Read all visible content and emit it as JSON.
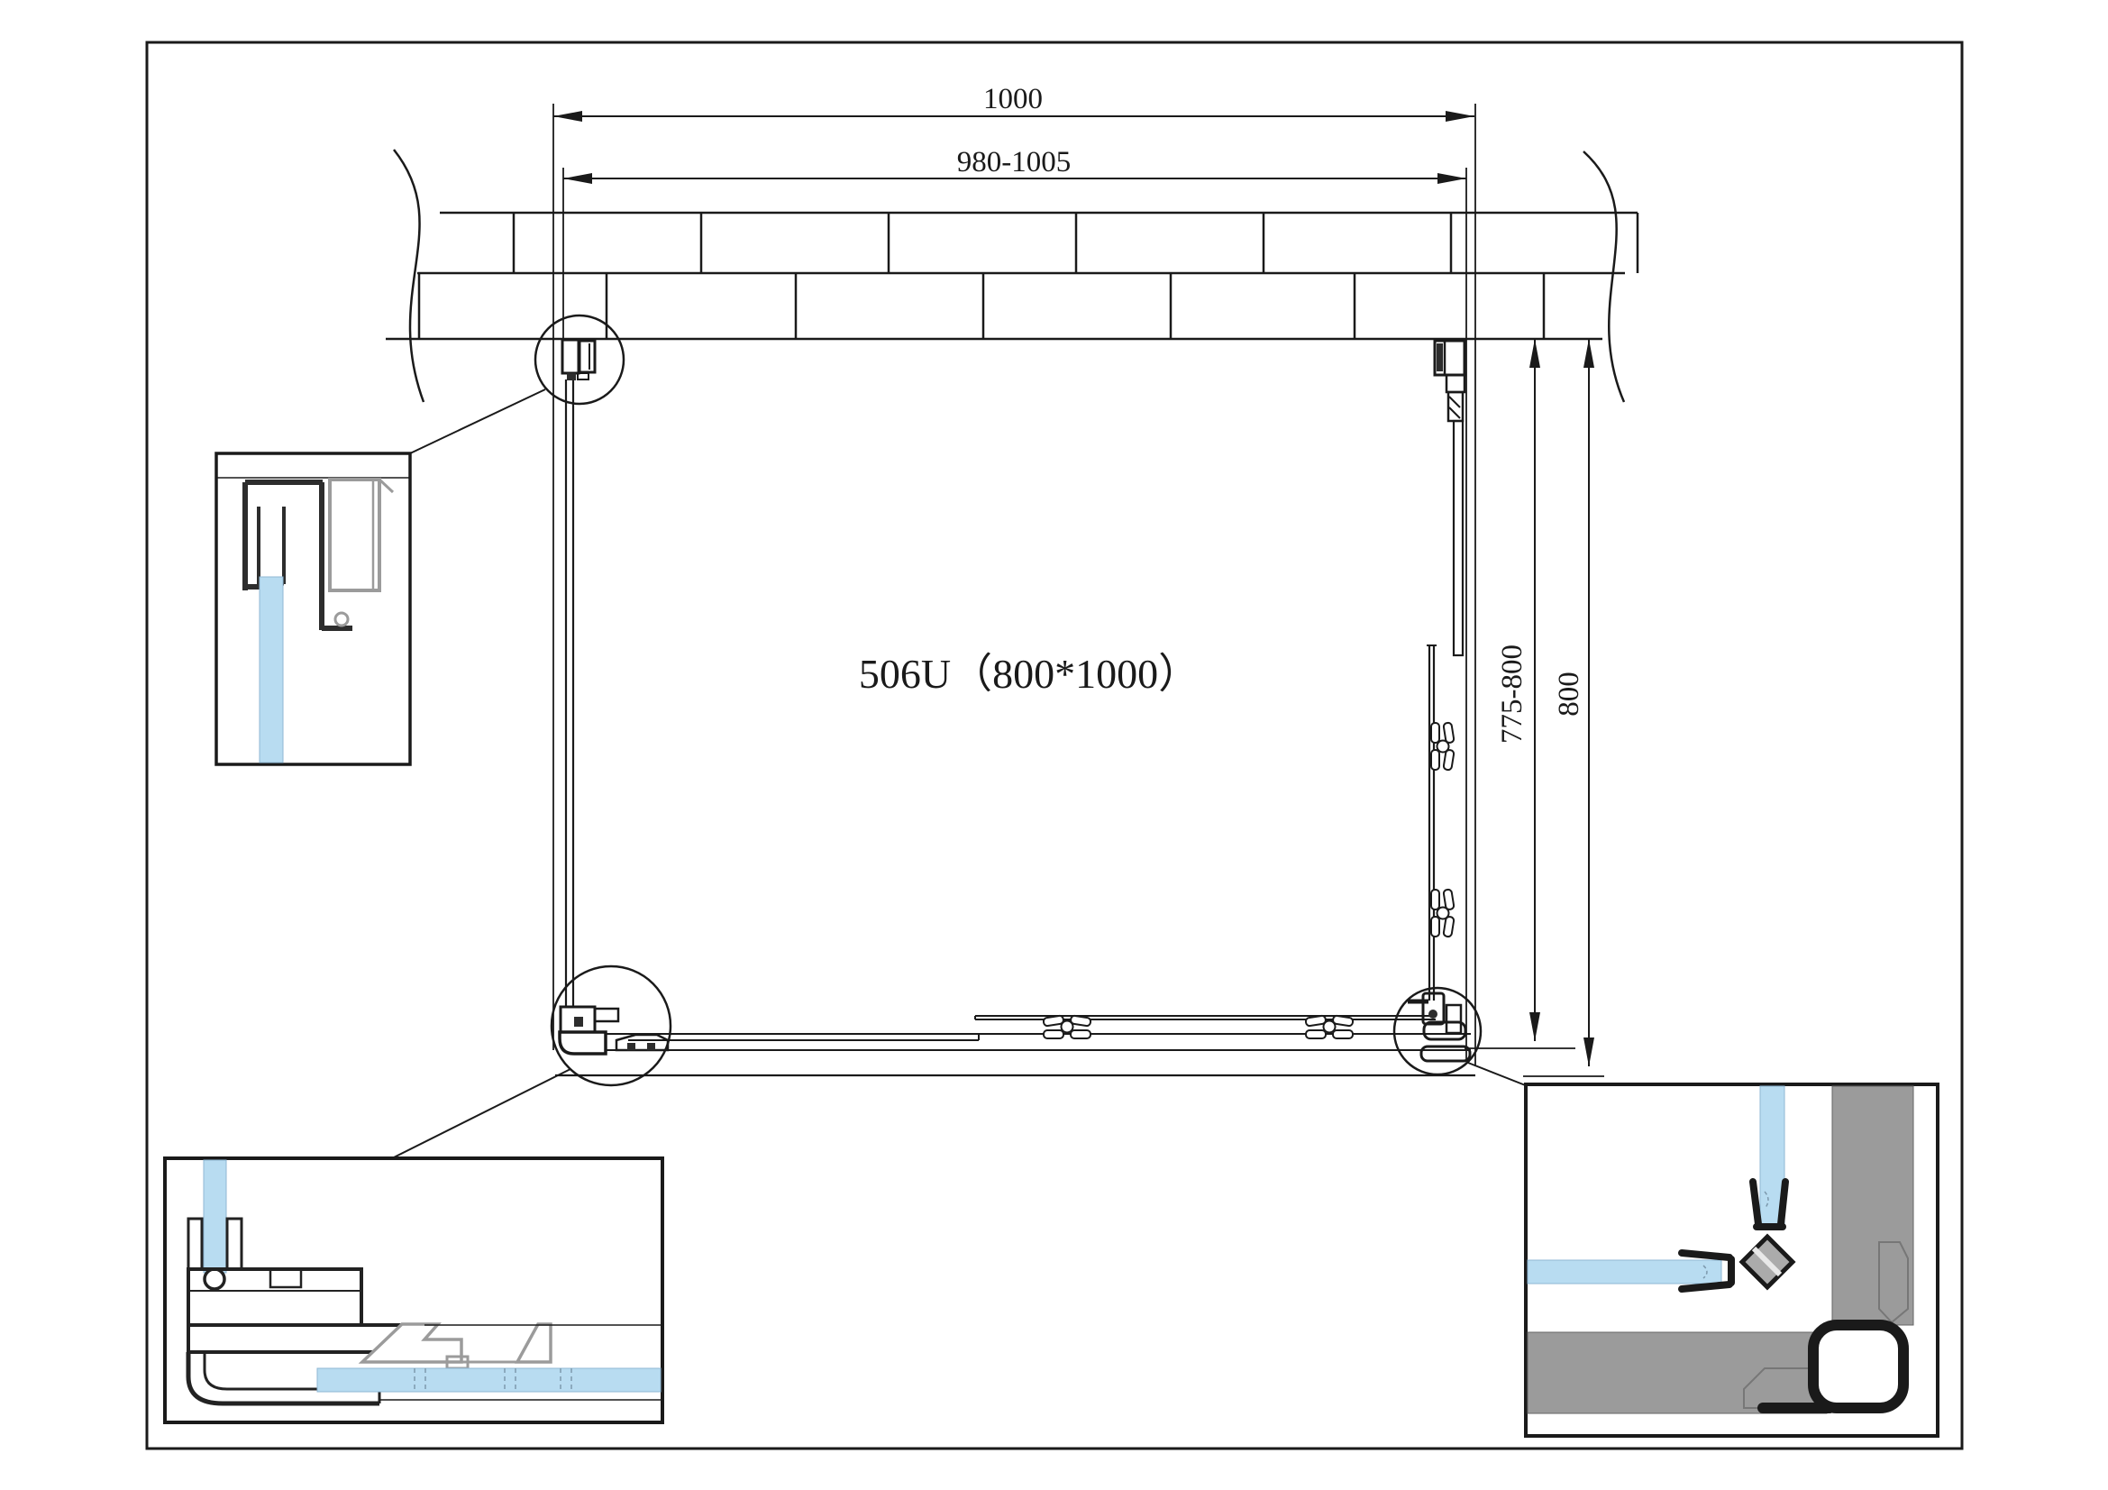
{
  "drawing": {
    "model_label": "506U（800*1000）",
    "dimensions": {
      "top_outer": "1000",
      "top_inner": "980-1005",
      "side_inner": "775-800",
      "side_outer": "800"
    },
    "colors": {
      "line": "#1a1a1a",
      "glass_blue": "#b8dcf1",
      "profile_gray": "#9b9b9b",
      "profile_dark": "#2d2d2d"
    }
  }
}
